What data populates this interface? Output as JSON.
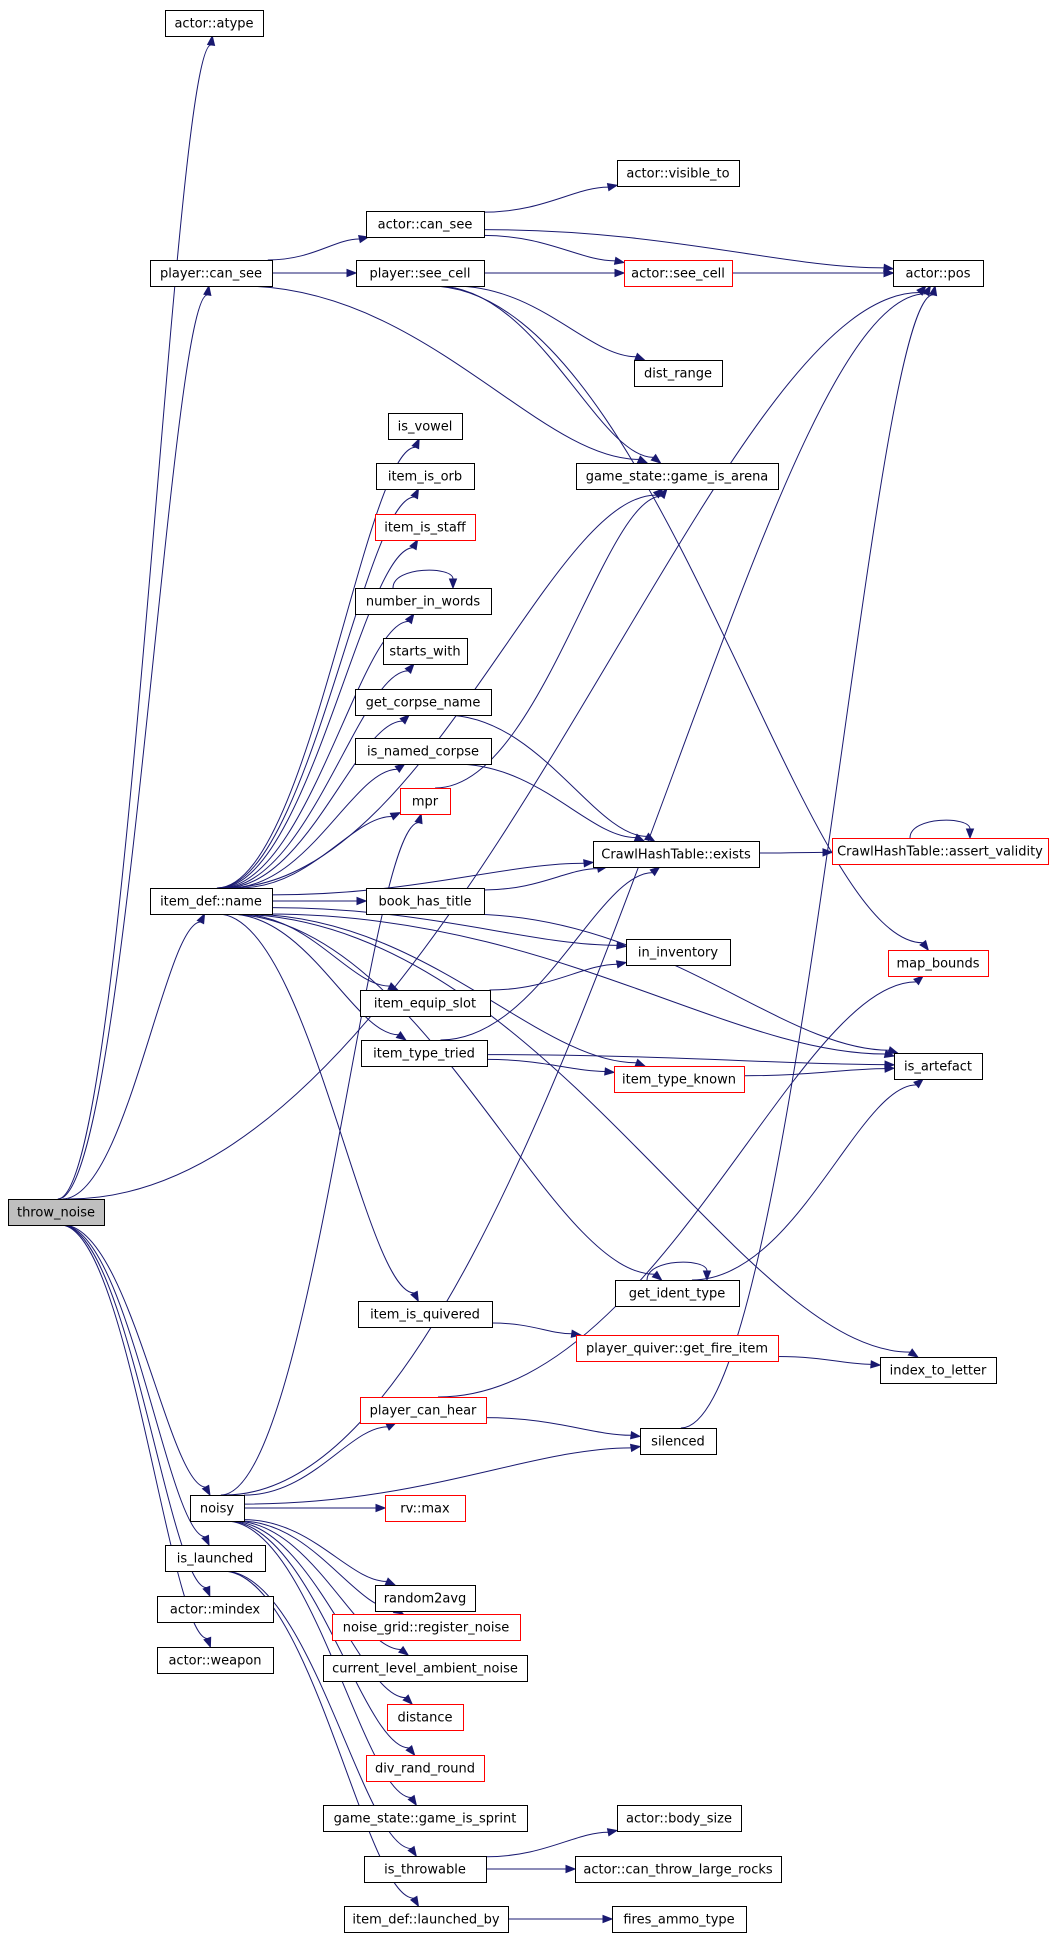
{
  "graph": {
    "colors": {
      "edge": "#191970",
      "normal_border": "#000000",
      "truncated_border": "#ff0000",
      "root_fill": "#bfbfbf",
      "background": "#ffffff"
    },
    "nodes": [
      {
        "id": "throw_noise",
        "label": "throw_noise",
        "style": "root"
      },
      {
        "id": "actor_atype",
        "label": "actor::atype",
        "style": "normal"
      },
      {
        "id": "player_can_see",
        "label": "player::can_see",
        "style": "normal"
      },
      {
        "id": "actor_can_see",
        "label": "actor::can_see",
        "style": "normal"
      },
      {
        "id": "actor_visible_to",
        "label": "actor::visible_to",
        "style": "normal"
      },
      {
        "id": "actor_pos",
        "label": "actor::pos",
        "style": "normal"
      },
      {
        "id": "player_see_cell",
        "label": "player::see_cell",
        "style": "normal"
      },
      {
        "id": "actor_see_cell",
        "label": "actor::see_cell",
        "style": "truncated"
      },
      {
        "id": "dist_range",
        "label": "dist_range",
        "style": "normal"
      },
      {
        "id": "is_vowel",
        "label": "is_vowel",
        "style": "normal"
      },
      {
        "id": "game_is_arena",
        "label": "game_state::game_is_arena",
        "style": "normal"
      },
      {
        "id": "item_is_orb",
        "label": "item_is_orb",
        "style": "normal"
      },
      {
        "id": "item_is_staff",
        "label": "item_is_staff",
        "style": "truncated"
      },
      {
        "id": "number_in_words",
        "label": "number_in_words",
        "style": "normal"
      },
      {
        "id": "starts_with",
        "label": "starts_with",
        "style": "normal"
      },
      {
        "id": "get_corpse_name",
        "label": "get_corpse_name",
        "style": "normal"
      },
      {
        "id": "is_named_corpse",
        "label": "is_named_corpse",
        "style": "normal"
      },
      {
        "id": "mpr",
        "label": "mpr",
        "style": "truncated"
      },
      {
        "id": "item_def_name",
        "label": "item_def::name",
        "style": "normal"
      },
      {
        "id": "hash_exists",
        "label": "CrawlHashTable::exists",
        "style": "normal"
      },
      {
        "id": "hash_assert",
        "label": "CrawlHashTable::assert_validity",
        "style": "truncated"
      },
      {
        "id": "book_has_title",
        "label": "book_has_title",
        "style": "normal"
      },
      {
        "id": "in_inventory",
        "label": "in_inventory",
        "style": "normal"
      },
      {
        "id": "map_bounds",
        "label": "map_bounds",
        "style": "truncated"
      },
      {
        "id": "item_equip_slot",
        "label": "item_equip_slot",
        "style": "normal"
      },
      {
        "id": "item_type_tried",
        "label": "item_type_tried",
        "style": "normal"
      },
      {
        "id": "item_type_known",
        "label": "item_type_known",
        "style": "truncated"
      },
      {
        "id": "is_artefact",
        "label": "is_artefact",
        "style": "normal"
      },
      {
        "id": "get_ident_type",
        "label": "get_ident_type",
        "style": "normal"
      },
      {
        "id": "item_is_quivered",
        "label": "item_is_quivered",
        "style": "normal"
      },
      {
        "id": "get_fire_item",
        "label": "player_quiver::get_fire_item",
        "style": "truncated"
      },
      {
        "id": "index_to_letter",
        "label": "index_to_letter",
        "style": "normal"
      },
      {
        "id": "player_can_hear",
        "label": "player_can_hear",
        "style": "truncated"
      },
      {
        "id": "silenced",
        "label": "silenced",
        "style": "normal"
      },
      {
        "id": "noisy",
        "label": "noisy",
        "style": "normal"
      },
      {
        "id": "rv_max",
        "label": "rv::max",
        "style": "truncated"
      },
      {
        "id": "is_launched",
        "label": "is_launched",
        "style": "normal"
      },
      {
        "id": "random2avg",
        "label": "random2avg",
        "style": "normal"
      },
      {
        "id": "actor_mindex",
        "label": "actor::mindex",
        "style": "normal"
      },
      {
        "id": "register_noise",
        "label": "noise_grid::register_noise",
        "style": "truncated"
      },
      {
        "id": "actor_weapon",
        "label": "actor::weapon",
        "style": "normal"
      },
      {
        "id": "ambient_noise",
        "label": "current_level_ambient_noise",
        "style": "normal"
      },
      {
        "id": "distance",
        "label": "distance",
        "style": "truncated"
      },
      {
        "id": "div_rand_round",
        "label": "div_rand_round",
        "style": "truncated"
      },
      {
        "id": "game_is_sprint",
        "label": "game_state::game_is_sprint",
        "style": "normal"
      },
      {
        "id": "actor_body_size",
        "label": "actor::body_size",
        "style": "normal"
      },
      {
        "id": "is_throwable",
        "label": "is_throwable",
        "style": "normal"
      },
      {
        "id": "can_throw_large_rocks",
        "label": "actor::can_throw_large_rocks",
        "style": "normal"
      },
      {
        "id": "launched_by",
        "label": "item_def::launched_by",
        "style": "normal"
      },
      {
        "id": "fires_ammo_type",
        "label": "fires_ammo_type",
        "style": "normal"
      }
    ],
    "edges": [
      [
        "throw_noise",
        "actor_atype"
      ],
      [
        "throw_noise",
        "player_can_see"
      ],
      [
        "throw_noise",
        "item_def_name"
      ],
      [
        "throw_noise",
        "noisy"
      ],
      [
        "throw_noise",
        "is_launched"
      ],
      [
        "throw_noise",
        "actor_mindex"
      ],
      [
        "throw_noise",
        "actor_weapon"
      ],
      [
        "throw_noise",
        "actor_pos"
      ],
      [
        "player_can_see",
        "actor_can_see"
      ],
      [
        "player_can_see",
        "player_see_cell"
      ],
      [
        "player_can_see",
        "actor_pos"
      ],
      [
        "player_can_see",
        "game_is_arena"
      ],
      [
        "actor_can_see",
        "actor_visible_to"
      ],
      [
        "actor_can_see",
        "actor_pos"
      ],
      [
        "actor_can_see",
        "actor_see_cell"
      ],
      [
        "player_see_cell",
        "actor_see_cell"
      ],
      [
        "player_see_cell",
        "actor_pos"
      ],
      [
        "player_see_cell",
        "dist_range"
      ],
      [
        "player_see_cell",
        "game_is_arena"
      ],
      [
        "player_see_cell",
        "map_bounds"
      ],
      [
        "actor_see_cell",
        "actor_pos"
      ],
      [
        "item_def_name",
        "is_vowel"
      ],
      [
        "item_def_name",
        "item_is_orb"
      ],
      [
        "item_def_name",
        "item_is_staff"
      ],
      [
        "item_def_name",
        "number_in_words"
      ],
      [
        "item_def_name",
        "starts_with"
      ],
      [
        "item_def_name",
        "get_corpse_name"
      ],
      [
        "item_def_name",
        "is_named_corpse"
      ],
      [
        "item_def_name",
        "mpr"
      ],
      [
        "item_def_name",
        "game_is_arena"
      ],
      [
        "item_def_name",
        "hash_exists"
      ],
      [
        "item_def_name",
        "book_has_title"
      ],
      [
        "item_def_name",
        "in_inventory"
      ],
      [
        "item_def_name",
        "item_equip_slot"
      ],
      [
        "item_def_name",
        "item_type_tried"
      ],
      [
        "item_def_name",
        "item_type_known"
      ],
      [
        "item_def_name",
        "is_artefact"
      ],
      [
        "item_def_name",
        "get_ident_type"
      ],
      [
        "item_def_name",
        "item_is_quivered"
      ],
      [
        "item_def_name",
        "index_to_letter"
      ],
      [
        "number_in_words",
        "number_in_words"
      ],
      [
        "get_corpse_name",
        "hash_exists"
      ],
      [
        "is_named_corpse",
        "hash_exists"
      ],
      [
        "mpr",
        "game_is_arena"
      ],
      [
        "hash_exists",
        "hash_assert"
      ],
      [
        "hash_assert",
        "hash_assert"
      ],
      [
        "book_has_title",
        "hash_exists"
      ],
      [
        "book_has_title",
        "is_artefact"
      ],
      [
        "item_equip_slot",
        "in_inventory"
      ],
      [
        "item_type_tried",
        "hash_exists"
      ],
      [
        "item_type_tried",
        "item_type_known"
      ],
      [
        "item_type_tried",
        "is_artefact"
      ],
      [
        "item_type_known",
        "is_artefact"
      ],
      [
        "get_ident_type",
        "get_ident_type"
      ],
      [
        "get_ident_type",
        "is_artefact"
      ],
      [
        "item_is_quivered",
        "get_fire_item"
      ],
      [
        "get_fire_item",
        "index_to_letter"
      ],
      [
        "noisy",
        "player_can_hear"
      ],
      [
        "noisy",
        "silenced"
      ],
      [
        "noisy",
        "mpr"
      ],
      [
        "noisy",
        "rv_max"
      ],
      [
        "noisy",
        "random2avg"
      ],
      [
        "noisy",
        "register_noise"
      ],
      [
        "noisy",
        "ambient_noise"
      ],
      [
        "noisy",
        "distance"
      ],
      [
        "noisy",
        "div_rand_round"
      ],
      [
        "noisy",
        "game_is_sprint"
      ],
      [
        "noisy",
        "actor_pos"
      ],
      [
        "player_can_hear",
        "silenced"
      ],
      [
        "player_can_hear",
        "map_bounds"
      ],
      [
        "silenced",
        "actor_pos"
      ],
      [
        "is_launched",
        "is_throwable"
      ],
      [
        "is_launched",
        "launched_by"
      ],
      [
        "is_throwable",
        "actor_body_size"
      ],
      [
        "is_throwable",
        "can_throw_large_rocks"
      ],
      [
        "launched_by",
        "fires_ammo_type"
      ]
    ]
  }
}
